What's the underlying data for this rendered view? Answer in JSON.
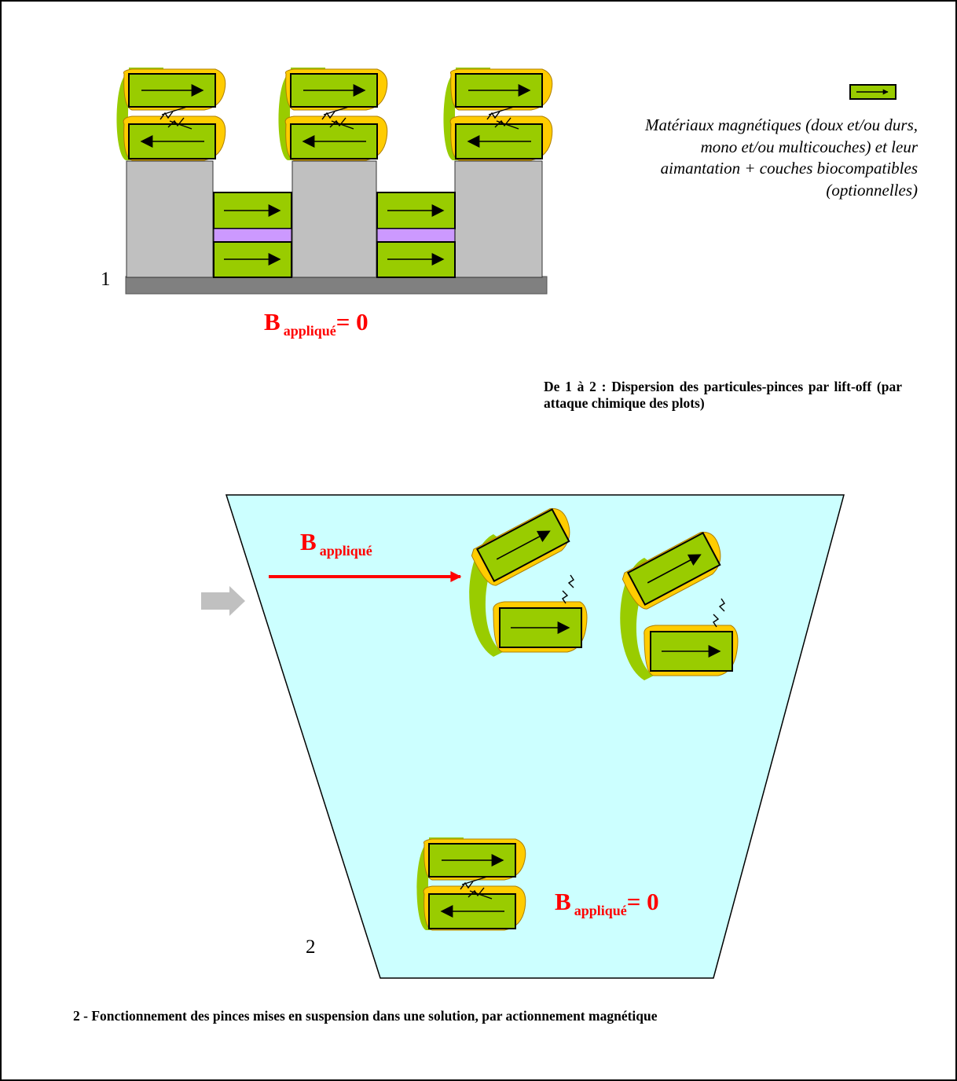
{
  "legend": {
    "description": "Matériaux magnétiques (doux et/ou durs, mono et/ou multicouches)  et leur aimantation + couches biocompatibles (optionnelles)"
  },
  "step1": {
    "number": "1",
    "field": {
      "symbol": "B",
      "subscript": "appliqué",
      "value": "= 0"
    }
  },
  "transition_note": "De 1 à 2 : Dispersion des particules-pinces par lift-off (par attaque chimique des plots)",
  "step2": {
    "number": "2",
    "field_applied": {
      "symbol": "B",
      "subscript": "appliqué"
    },
    "field_zero": {
      "symbol": "B",
      "subscript": "appliqué",
      "value": "= 0"
    }
  },
  "caption": "2 - Fonctionnement des pinces mises en suspension dans une solution, par actionnement magnétique",
  "colors": {
    "magnetic_material": "#99cc00",
    "biocompatible_layer": "#ffcc00",
    "pillar": "#c0c0c0",
    "substrate": "#808080",
    "spacer": "#cc99ff",
    "solution": "#ccffff",
    "field_arrow": "#ff0000",
    "process_arrow": "#c0c0c0"
  }
}
